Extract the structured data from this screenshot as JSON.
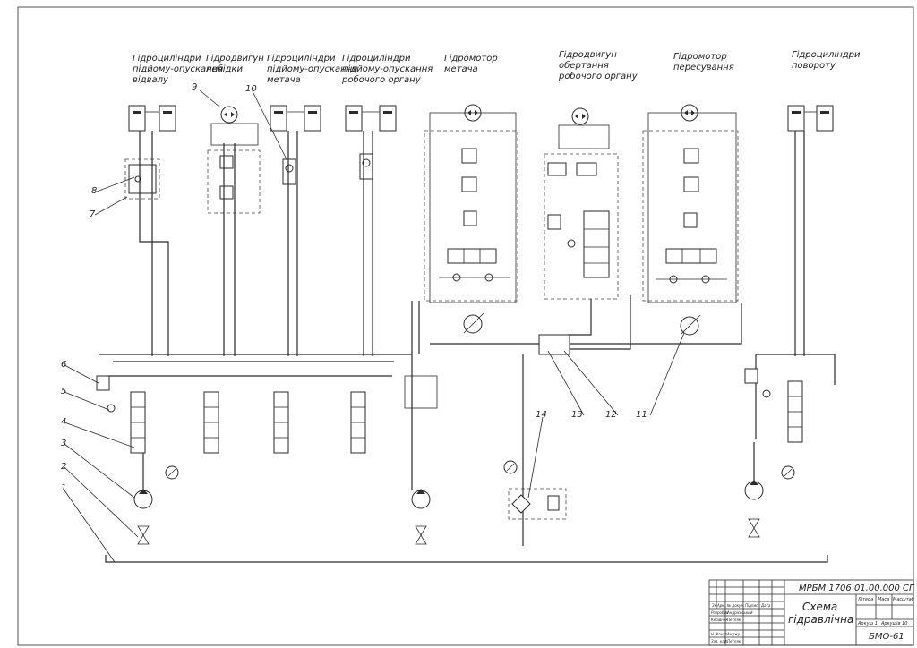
{
  "components": [
    {
      "id": "cyl-blade",
      "label": [
        "Гідроциліндри",
        "підйому-опускання",
        "відвалу"
      ]
    },
    {
      "id": "winch-motor",
      "label": [
        "Гідродвигун",
        "лебідки"
      ]
    },
    {
      "id": "cyl-thrower",
      "label": [
        "Гідроциліндри",
        "підйому-опускання",
        "метача"
      ]
    },
    {
      "id": "cyl-work",
      "label": [
        "Гідроциліндри",
        "підйому-опускання",
        "робочого органу"
      ]
    },
    {
      "id": "motor-thrower",
      "label": [
        "Гідромотор",
        "метача"
      ]
    },
    {
      "id": "motor-rotation",
      "label": [
        "Гідродвигун",
        "обертання",
        "робочого органу"
      ]
    },
    {
      "id": "motor-travel",
      "label": [
        "Гідромотор",
        "пересування"
      ]
    },
    {
      "id": "cyl-turn",
      "label": [
        "Гідроциліндри",
        "повороту"
      ]
    }
  ],
  "callouts": [
    "1",
    "2",
    "3",
    "4",
    "5",
    "6",
    "7",
    "8",
    "9",
    "10",
    "11",
    "12",
    "13",
    "14"
  ],
  "title_block": {
    "code": "МРБМ 1706 01.00.000 СГ",
    "title": [
      "Схема",
      "гідравлічна"
    ],
    "group": "БМО-61",
    "headers": [
      "Зм",
      "Арк.",
      "№ докум.",
      "Підпис",
      "Дата"
    ],
    "roles": [
      "Розробив",
      "Керівник",
      "",
      "Н. Контр.",
      "Зав. каф."
    ],
    "names": [
      "Андрієвський",
      "Петляк",
      "",
      "Анджу",
      "Петляк"
    ],
    "right_headers": [
      "Літера",
      "Маса",
      "Масштаб"
    ],
    "sheet_info": [
      "Аркуш 1",
      "Аркушів 10"
    ]
  }
}
